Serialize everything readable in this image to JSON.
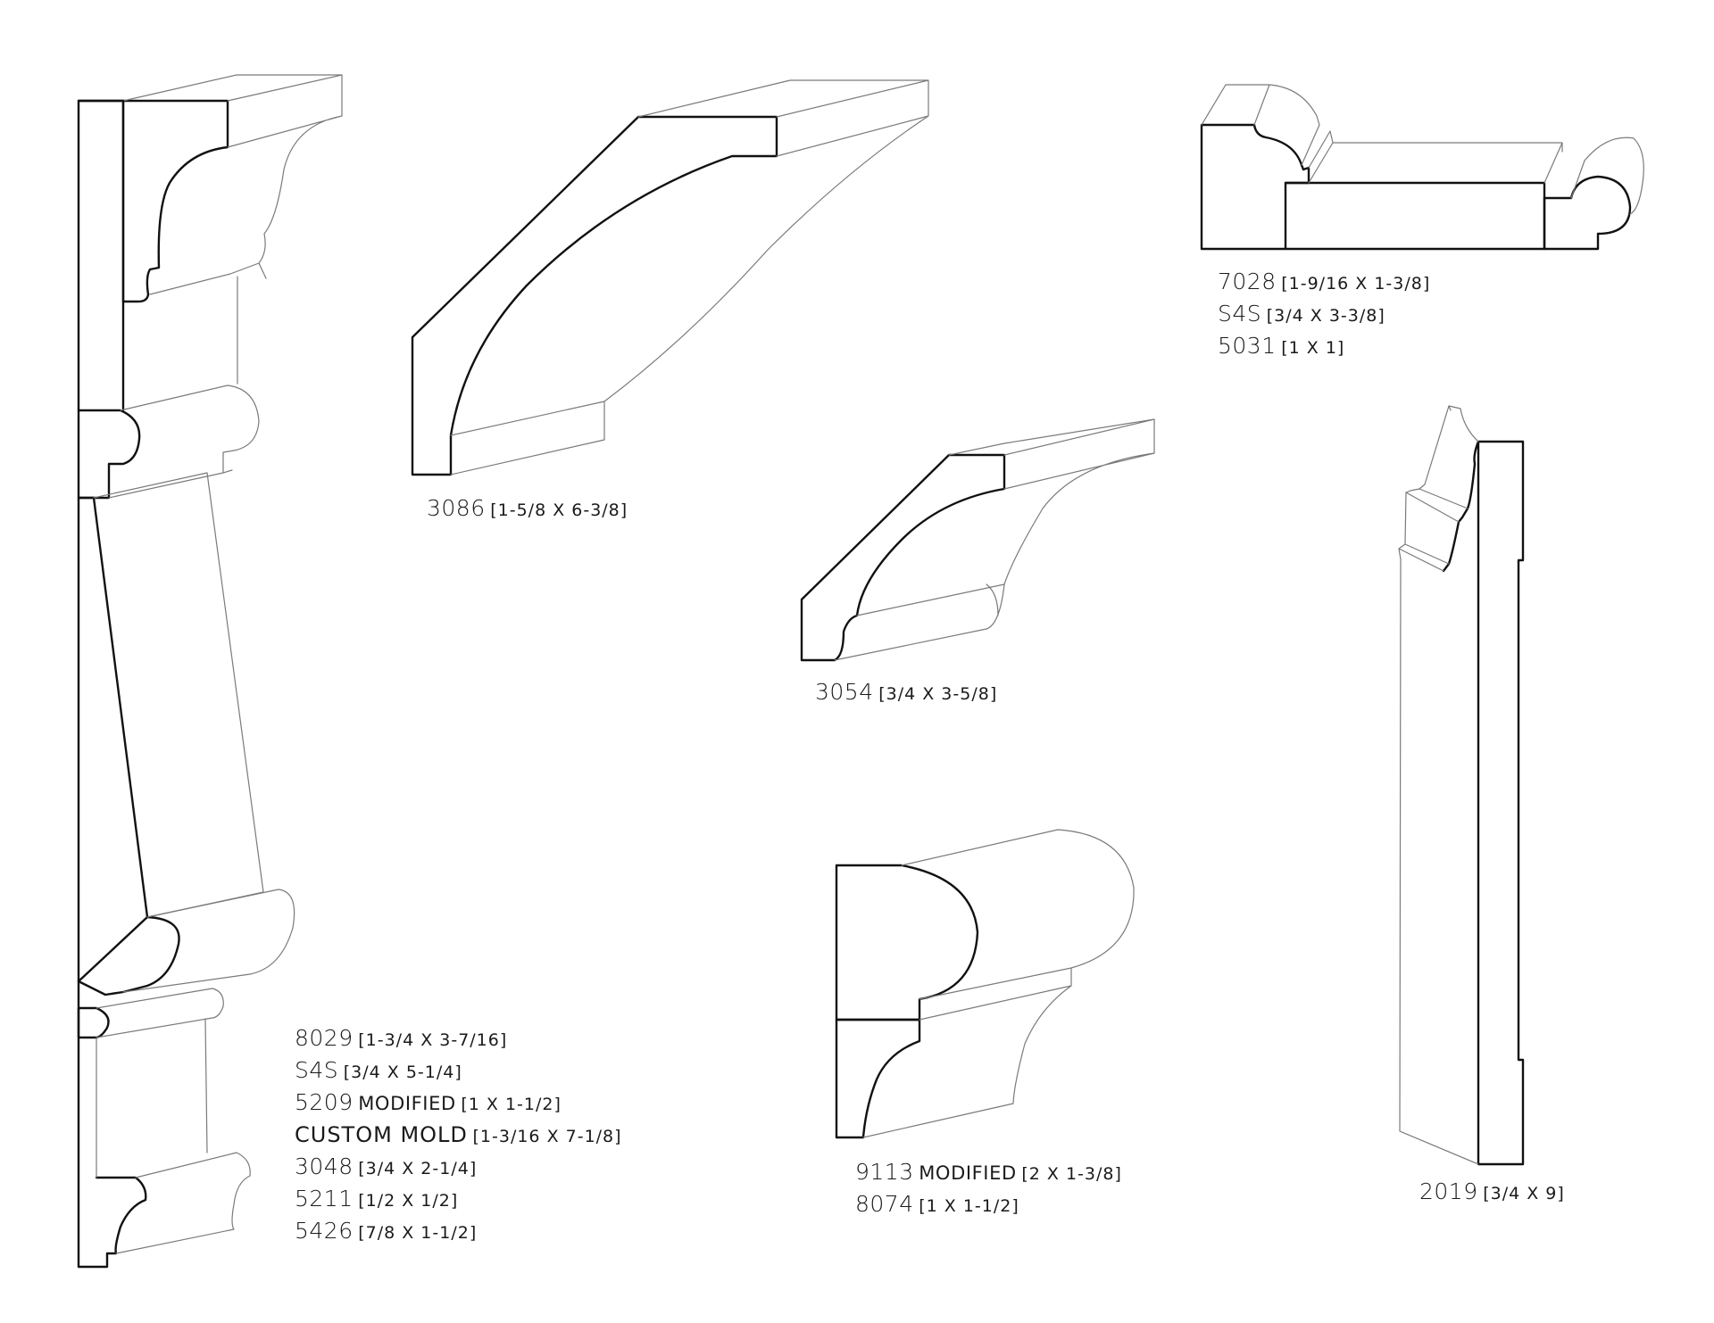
{
  "assemblies": {
    "large_crown": {
      "items": [
        {
          "code": "8029",
          "qualifier": "",
          "dims": "[1-3/4 X 3-7/16]"
        },
        {
          "code": "S4S",
          "qualifier": "",
          "dims": "[3/4 X 5-1/4]"
        },
        {
          "code": "5209",
          "qualifier": "MODIFIED",
          "dims": "[1 X 1-1/2]"
        },
        {
          "code": "CUSTOM MOLD",
          "qualifier": "",
          "dims": "[1-3/16 X 7-1/8]"
        },
        {
          "code": "3048",
          "qualifier": "",
          "dims": "[3/4 X 2-1/4]"
        },
        {
          "code": "5211",
          "qualifier": "",
          "dims": "[1/2 X 1/2]"
        },
        {
          "code": "5426",
          "qualifier": "",
          "dims": "[7/8 X 1-1/2]"
        }
      ]
    },
    "cove_large": {
      "items": [
        {
          "code": "3086",
          "qualifier": "",
          "dims": "[1-5/8 X 6-3/8]"
        }
      ]
    },
    "cove_small": {
      "items": [
        {
          "code": "3054",
          "qualifier": "",
          "dims": "[3/4 X 3-5/8]"
        }
      ]
    },
    "panel_mold": {
      "items": [
        {
          "code": "7028",
          "qualifier": "",
          "dims": "[1-9/16 X 1-3/8]"
        },
        {
          "code": "S4S",
          "qualifier": "",
          "dims": "[3/4 X 3-3/8]"
        },
        {
          "code": "5031",
          "qualifier": "",
          "dims": "[1 X 1]"
        }
      ]
    },
    "bullnose_cap": {
      "items": [
        {
          "code": "9113",
          "qualifier": "MODIFIED",
          "dims": "[2 X 1-3/8]"
        },
        {
          "code": "8074",
          "qualifier": "",
          "dims": "[1 X 1-1/2]"
        }
      ]
    },
    "baseboard": {
      "items": [
        {
          "code": "2019",
          "qualifier": "",
          "dims": "[3/4 X 9]"
        }
      ]
    }
  }
}
